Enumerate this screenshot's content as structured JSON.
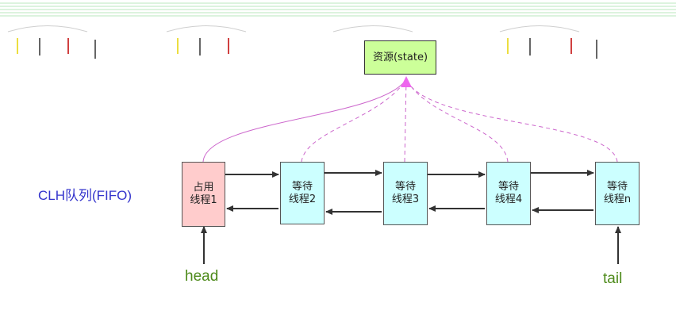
{
  "resource": {
    "label": "资源(state)"
  },
  "queue": {
    "label": "CLH队列(FIFO)"
  },
  "nodes": [
    {
      "line1": "占用",
      "line2": "线程1"
    },
    {
      "line1": "等待",
      "line2": "线程2"
    },
    {
      "line1": "等待",
      "line2": "线程3"
    },
    {
      "line1": "等待",
      "line2": "线程4"
    },
    {
      "line1": "等待",
      "line2": "线程n"
    }
  ],
  "pointers": {
    "head": "head",
    "tail": "tail"
  },
  "colors": {
    "resource_fill": "#ccff99",
    "occupied_fill": "#ffcccc",
    "waiting_fill": "#ccffff",
    "link_dashed": "#cc66cc",
    "arrow": "#333333",
    "queue_label": "#3333cc",
    "pointer_label": "#4d8a1a"
  }
}
